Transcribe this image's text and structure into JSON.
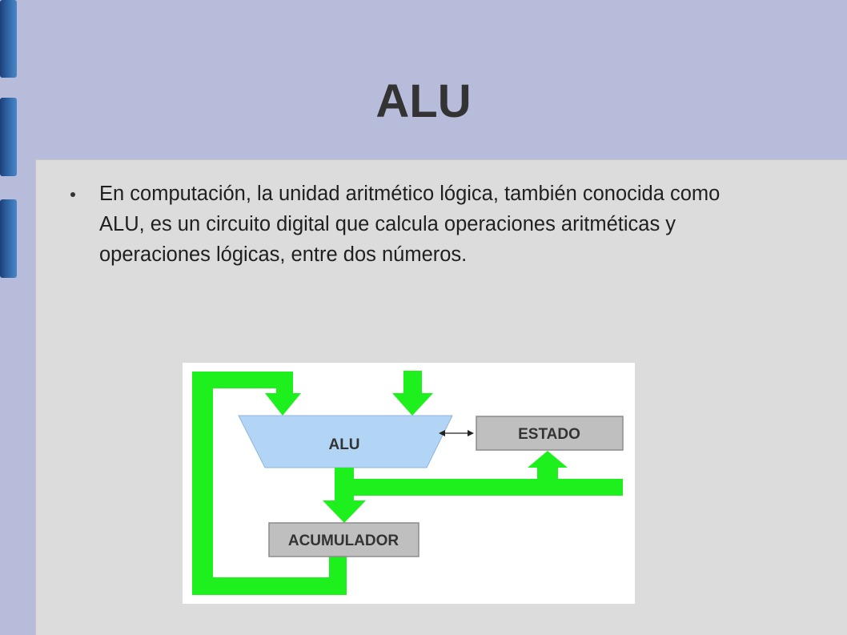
{
  "slide": {
    "title": "ALU",
    "bullet_text": "En computación, la unidad aritmético lógica, también conocida como ALU, es un circuito digital que calcula operaciones aritméticas y operaciones lógicas, entre dos números."
  },
  "diagram": {
    "alu_label": "ALU",
    "estado_label": "ESTADO",
    "acumulador_label": "ACUMULADOR",
    "colors": {
      "background": "#ffffff",
      "flow_green": "#1ef01e",
      "alu_fill": "#b2d4f5",
      "alu_stroke": "#8fb5dc",
      "box_fill": "#bfbfbf",
      "box_stroke": "#8c8c8c",
      "label_text": "#333333"
    }
  }
}
